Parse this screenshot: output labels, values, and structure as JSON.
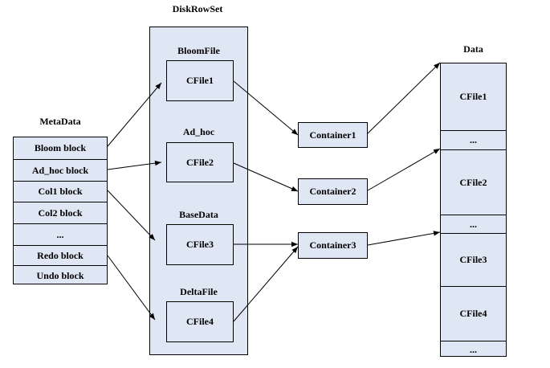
{
  "diskrowset": {
    "title": "DiskRowSet",
    "groups": [
      {
        "label": "BloomFile",
        "file": "CFile1"
      },
      {
        "label": "Ad_hoc",
        "file": "CFile2"
      },
      {
        "label": "BaseData",
        "file": "CFile3"
      },
      {
        "label": "DeltaFile",
        "file": "CFile4"
      }
    ]
  },
  "metadata": {
    "title": "MetaData",
    "blocks": [
      "Bloom block",
      "Ad_hoc block",
      "Col1 block",
      "Col2 block",
      "...",
      "Redo block",
      "Undo block"
    ]
  },
  "containers": [
    "Container1",
    "Container2",
    "Container3"
  ],
  "data": {
    "title": "Data",
    "cells": [
      "CFile1",
      "...",
      "CFile2",
      "...",
      "CFile3",
      "CFile4",
      "..."
    ]
  }
}
